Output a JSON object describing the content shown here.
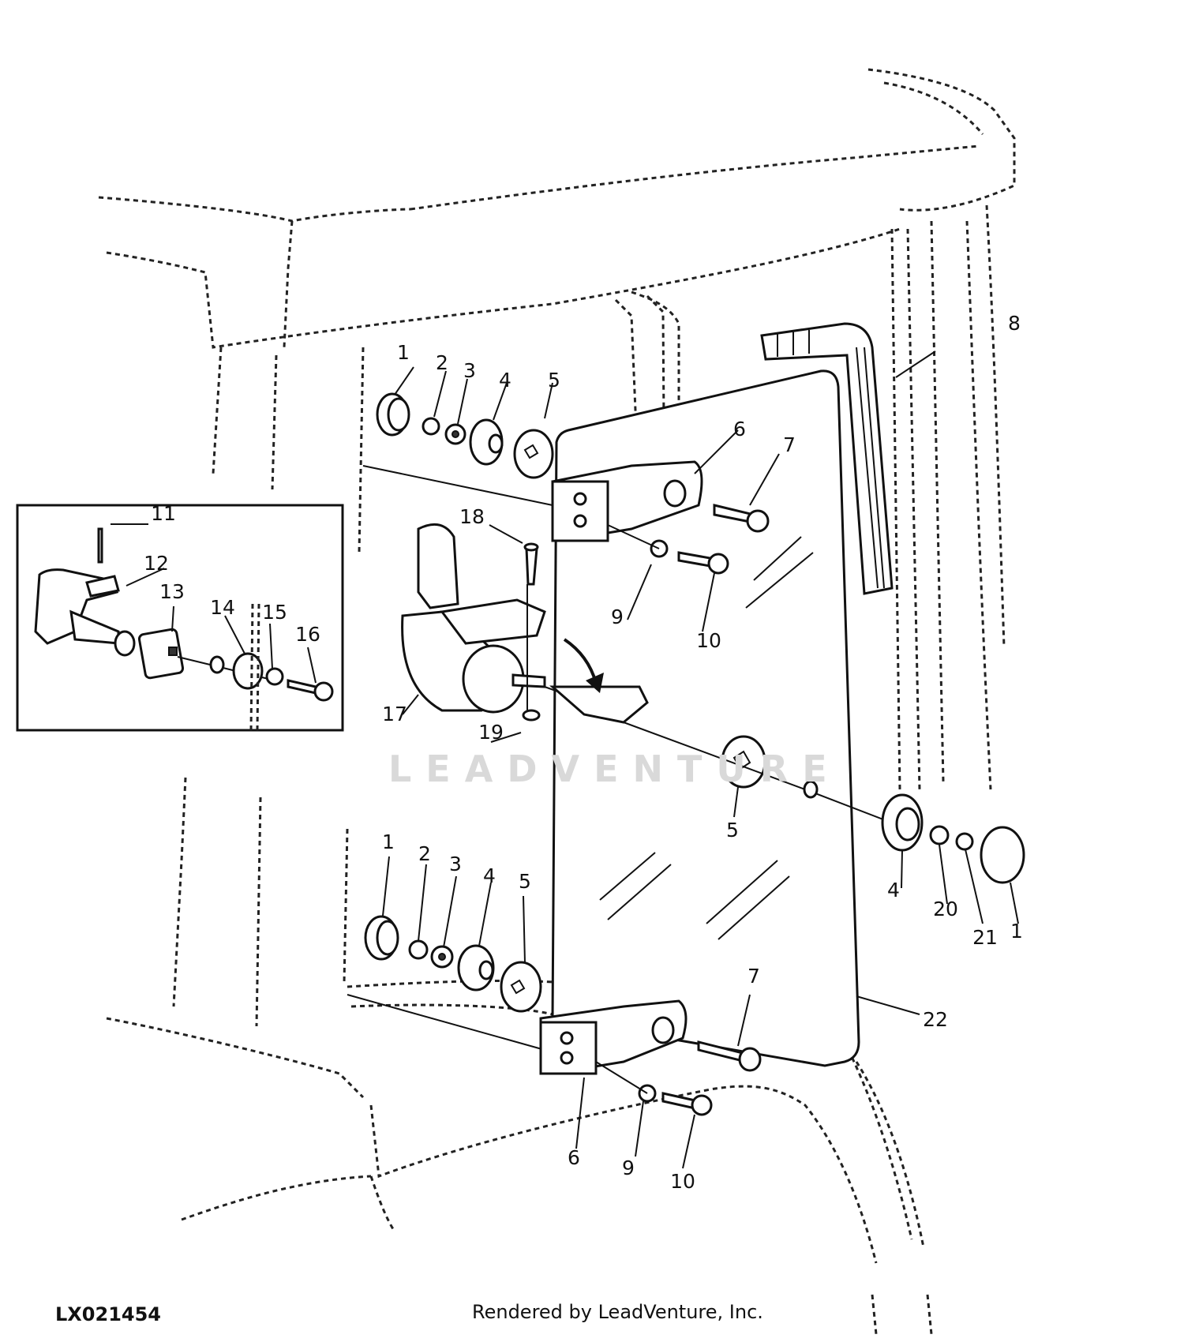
{
  "figure_id": "LX021454",
  "credit": "Rendered by LeadVenture, Inc.",
  "watermark": "LEADVENTURE",
  "callouts": [
    {
      "id": "c1a",
      "text": "1"
    },
    {
      "id": "c2a",
      "text": "2"
    },
    {
      "id": "c3a",
      "text": "3"
    },
    {
      "id": "c4a",
      "text": "4"
    },
    {
      "id": "c5a",
      "text": "5"
    },
    {
      "id": "c6a",
      "text": "6"
    },
    {
      "id": "c7a",
      "text": "7"
    },
    {
      "id": "c8",
      "text": "8"
    },
    {
      "id": "c9a",
      "text": "9"
    },
    {
      "id": "c10a",
      "text": "10"
    },
    {
      "id": "c11",
      "text": "11"
    },
    {
      "id": "c12",
      "text": "12"
    },
    {
      "id": "c13",
      "text": "13"
    },
    {
      "id": "c14",
      "text": "14"
    },
    {
      "id": "c15",
      "text": "15"
    },
    {
      "id": "c16",
      "text": "16"
    },
    {
      "id": "c17",
      "text": "17"
    },
    {
      "id": "c18",
      "text": "18"
    },
    {
      "id": "c19",
      "text": "19"
    },
    {
      "id": "c5b",
      "text": "5"
    },
    {
      "id": "c4b",
      "text": "4"
    },
    {
      "id": "c20",
      "text": "20"
    },
    {
      "id": "c21",
      "text": "21"
    },
    {
      "id": "c1b",
      "text": "1"
    },
    {
      "id": "c22",
      "text": "22"
    },
    {
      "id": "c1c",
      "text": "1"
    },
    {
      "id": "c2c",
      "text": "2"
    },
    {
      "id": "c3c",
      "text": "3"
    },
    {
      "id": "c4c",
      "text": "4"
    },
    {
      "id": "c5c",
      "text": "5"
    },
    {
      "id": "c7b",
      "text": "7"
    },
    {
      "id": "c6b",
      "text": "6"
    },
    {
      "id": "c9b",
      "text": "9"
    },
    {
      "id": "c10b",
      "text": "10"
    }
  ]
}
